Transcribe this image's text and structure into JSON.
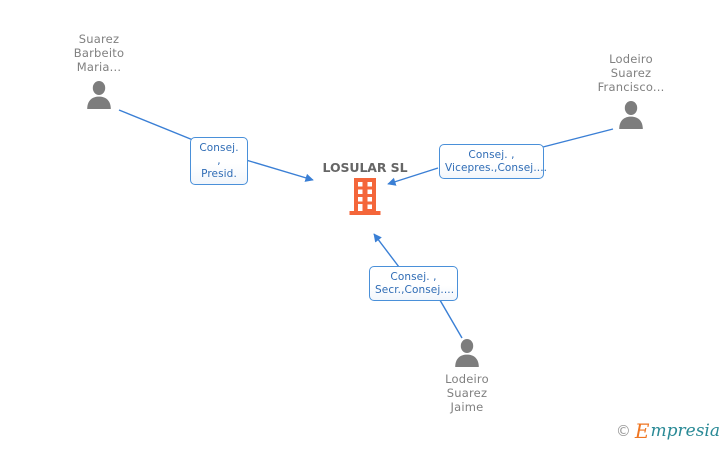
{
  "diagram": {
    "type": "company-relationship-graph",
    "background_color": "#ffffff",
    "edge_color": "#3a7fd5",
    "company": {
      "name": "LOSULAR SL",
      "icon": "building-icon",
      "icon_color": "#f4663a"
    },
    "people": [
      {
        "id": "suarez-barbeito-maria",
        "name": "Suarez\nBarbeito\nMaria...",
        "icon": "person-icon",
        "icon_color": "#7d7d7d",
        "position": "top-left",
        "label_placement": "above"
      },
      {
        "id": "lodeiro-suarez-francisco",
        "name": "Lodeiro\nSuarez\nFrancisco...",
        "icon": "person-icon",
        "icon_color": "#7d7d7d",
        "position": "top-right",
        "label_placement": "above"
      },
      {
        "id": "lodeiro-suarez-jaime",
        "name": "Lodeiro\nSuarez\nJaime",
        "icon": "person-icon",
        "icon_color": "#7d7d7d",
        "position": "bottom-center",
        "label_placement": "below"
      }
    ],
    "roles": [
      {
        "id": "role-presid",
        "text": "Consej. ,\nPresid.",
        "from": "suarez-barbeito-maria",
        "to": "LOSULAR SL"
      },
      {
        "id": "role-vicepres",
        "text": "Consej. ,\nVicepres.,Consej....",
        "from": "lodeiro-suarez-francisco",
        "to": "LOSULAR SL"
      },
      {
        "id": "role-secr",
        "text": "Consej. ,\nSecr.,Consej....",
        "from": "lodeiro-suarez-jaime",
        "to": "LOSULAR SL"
      }
    ]
  },
  "watermark": {
    "copyright": "©",
    "brand_initial": "E",
    "brand_rest": "mpresia"
  }
}
